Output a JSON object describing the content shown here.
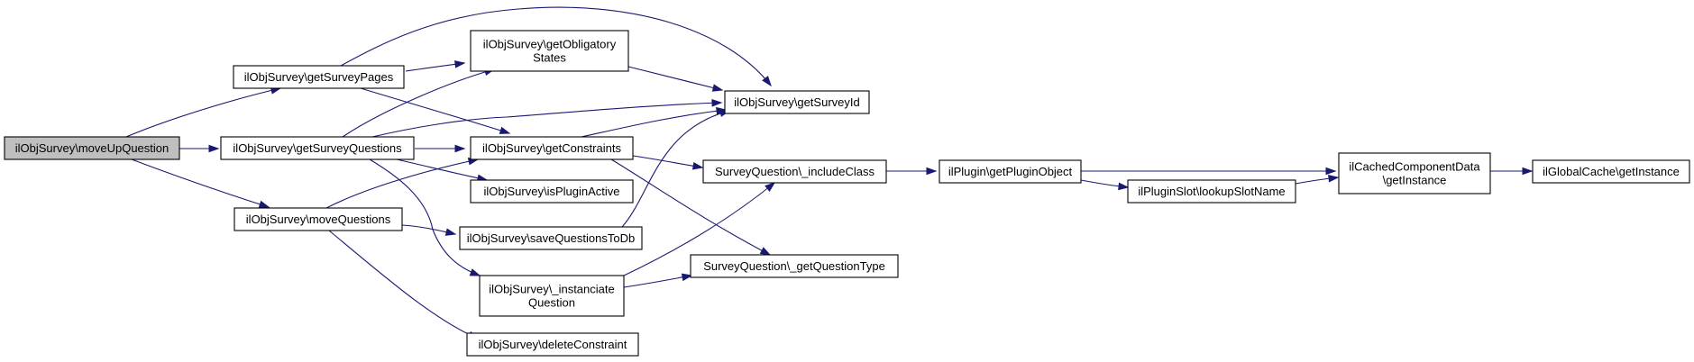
{
  "graph": {
    "colors": {
      "edge": "#191970",
      "node_border": "#000000",
      "root_fill": "#bfbfbf",
      "node_fill": "#ffffff"
    },
    "nodes": {
      "moveUpQuestion": {
        "label": [
          "ilObjSurvey\\moveUpQuestion"
        ]
      },
      "getSurveyPages": {
        "label": [
          "ilObjSurvey\\getSurveyPages"
        ]
      },
      "getSurveyQuestions": {
        "label": [
          "ilObjSurvey\\getSurveyQuestions"
        ]
      },
      "moveQuestions": {
        "label": [
          "ilObjSurvey\\moveQuestions"
        ]
      },
      "getObligatoryStates": {
        "label": [
          "ilObjSurvey\\getObligatory",
          "States"
        ]
      },
      "getConstraints": {
        "label": [
          "ilObjSurvey\\getConstraints"
        ]
      },
      "isPluginActive": {
        "label": [
          "ilObjSurvey\\isPluginActive"
        ]
      },
      "saveQuestionsToDb": {
        "label": [
          "ilObjSurvey\\saveQuestionsToDb"
        ]
      },
      "instanciateQuestion": {
        "label": [
          "ilObjSurvey\\_instanciate",
          "Question"
        ]
      },
      "deleteConstraint": {
        "label": [
          "ilObjSurvey\\deleteConstraint"
        ]
      },
      "getSurveyId": {
        "label": [
          "ilObjSurvey\\getSurveyId"
        ]
      },
      "includeClass": {
        "label": [
          "SurveyQuestion\\_includeClass"
        ]
      },
      "getQuestionType": {
        "label": [
          "SurveyQuestion\\_getQuestionType"
        ]
      },
      "getPluginObject": {
        "label": [
          "ilPlugin\\getPluginObject"
        ]
      },
      "lookupSlotName": {
        "label": [
          "ilPluginSlot\\lookupSlotName"
        ]
      },
      "cachedGetInstance": {
        "label": [
          "ilCachedComponentData",
          "\\getInstance"
        ]
      },
      "globalGetInstance": {
        "label": [
          "ilGlobalCache\\getInstance"
        ]
      }
    },
    "edges": [
      {
        "from": "moveUpQuestion",
        "to": "getSurveyPages"
      },
      {
        "from": "moveUpQuestion",
        "to": "getSurveyQuestions"
      },
      {
        "from": "moveUpQuestion",
        "to": "moveQuestions"
      },
      {
        "from": "getSurveyPages",
        "to": "getObligatoryStates"
      },
      {
        "from": "getSurveyPages",
        "to": "getSurveyId"
      },
      {
        "from": "getSurveyPages",
        "to": "getConstraints"
      },
      {
        "from": "getSurveyQuestions",
        "to": "getObligatoryStates"
      },
      {
        "from": "getSurveyQuestions",
        "to": "getSurveyId"
      },
      {
        "from": "getSurveyQuestions",
        "to": "getConstraints"
      },
      {
        "from": "getSurveyQuestions",
        "to": "isPluginActive"
      },
      {
        "from": "getSurveyQuestions",
        "to": "instanciateQuestion"
      },
      {
        "from": "moveQuestions",
        "to": "getConstraints"
      },
      {
        "from": "moveQuestions",
        "to": "saveQuestionsToDb"
      },
      {
        "from": "moveQuestions",
        "to": "deleteConstraint"
      },
      {
        "from": "getObligatoryStates",
        "to": "getSurveyId"
      },
      {
        "from": "getConstraints",
        "to": "getSurveyId"
      },
      {
        "from": "getConstraints",
        "to": "includeClass"
      },
      {
        "from": "getConstraints",
        "to": "getQuestionType"
      },
      {
        "from": "saveQuestionsToDb",
        "to": "getSurveyId"
      },
      {
        "from": "instanciateQuestion",
        "to": "includeClass"
      },
      {
        "from": "instanciateQuestion",
        "to": "getQuestionType"
      },
      {
        "from": "includeClass",
        "to": "getPluginObject"
      },
      {
        "from": "getPluginObject",
        "to": "cachedGetInstance"
      },
      {
        "from": "getPluginObject",
        "to": "lookupSlotName"
      },
      {
        "from": "lookupSlotName",
        "to": "cachedGetInstance"
      },
      {
        "from": "cachedGetInstance",
        "to": "globalGetInstance"
      }
    ]
  }
}
